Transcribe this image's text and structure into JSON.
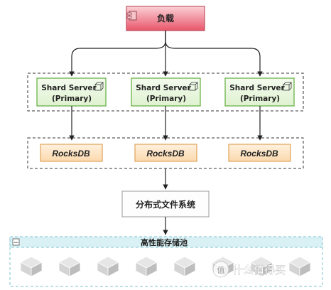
{
  "load": {
    "label": "负载"
  },
  "shard_servers": [
    {
      "name": "Shard Server",
      "role": "(Primary)"
    },
    {
      "name": "Shard Server",
      "role": "(Primary)"
    },
    {
      "name": "Shard Server",
      "role": "(Primary)"
    }
  ],
  "rocksdb_nodes": [
    {
      "label": "RocksDB"
    },
    {
      "label": "RocksDB"
    },
    {
      "label": "RocksDB"
    }
  ],
  "dfs": {
    "label": "分布式文件系统"
  },
  "storage_pool": {
    "title": "高性能存储池",
    "collapse_symbol": "−",
    "disk_icon": "cube-disk-icon",
    "disk_count": 8
  },
  "watermark": {
    "text": "什么值得买",
    "logo": "值"
  },
  "colors": {
    "load_fill_top": "#fbd0d6",
    "load_fill_bottom": "#e8566b",
    "shard_fill": "#e5f6d8",
    "shard_border": "#5fae3b",
    "rocks_fill": "#fde3c2",
    "rocks_border": "#e0a35a",
    "pool_header": "#d9f0f4",
    "pool_border": "#7ec6d1",
    "disk": "#cfcfcf"
  }
}
